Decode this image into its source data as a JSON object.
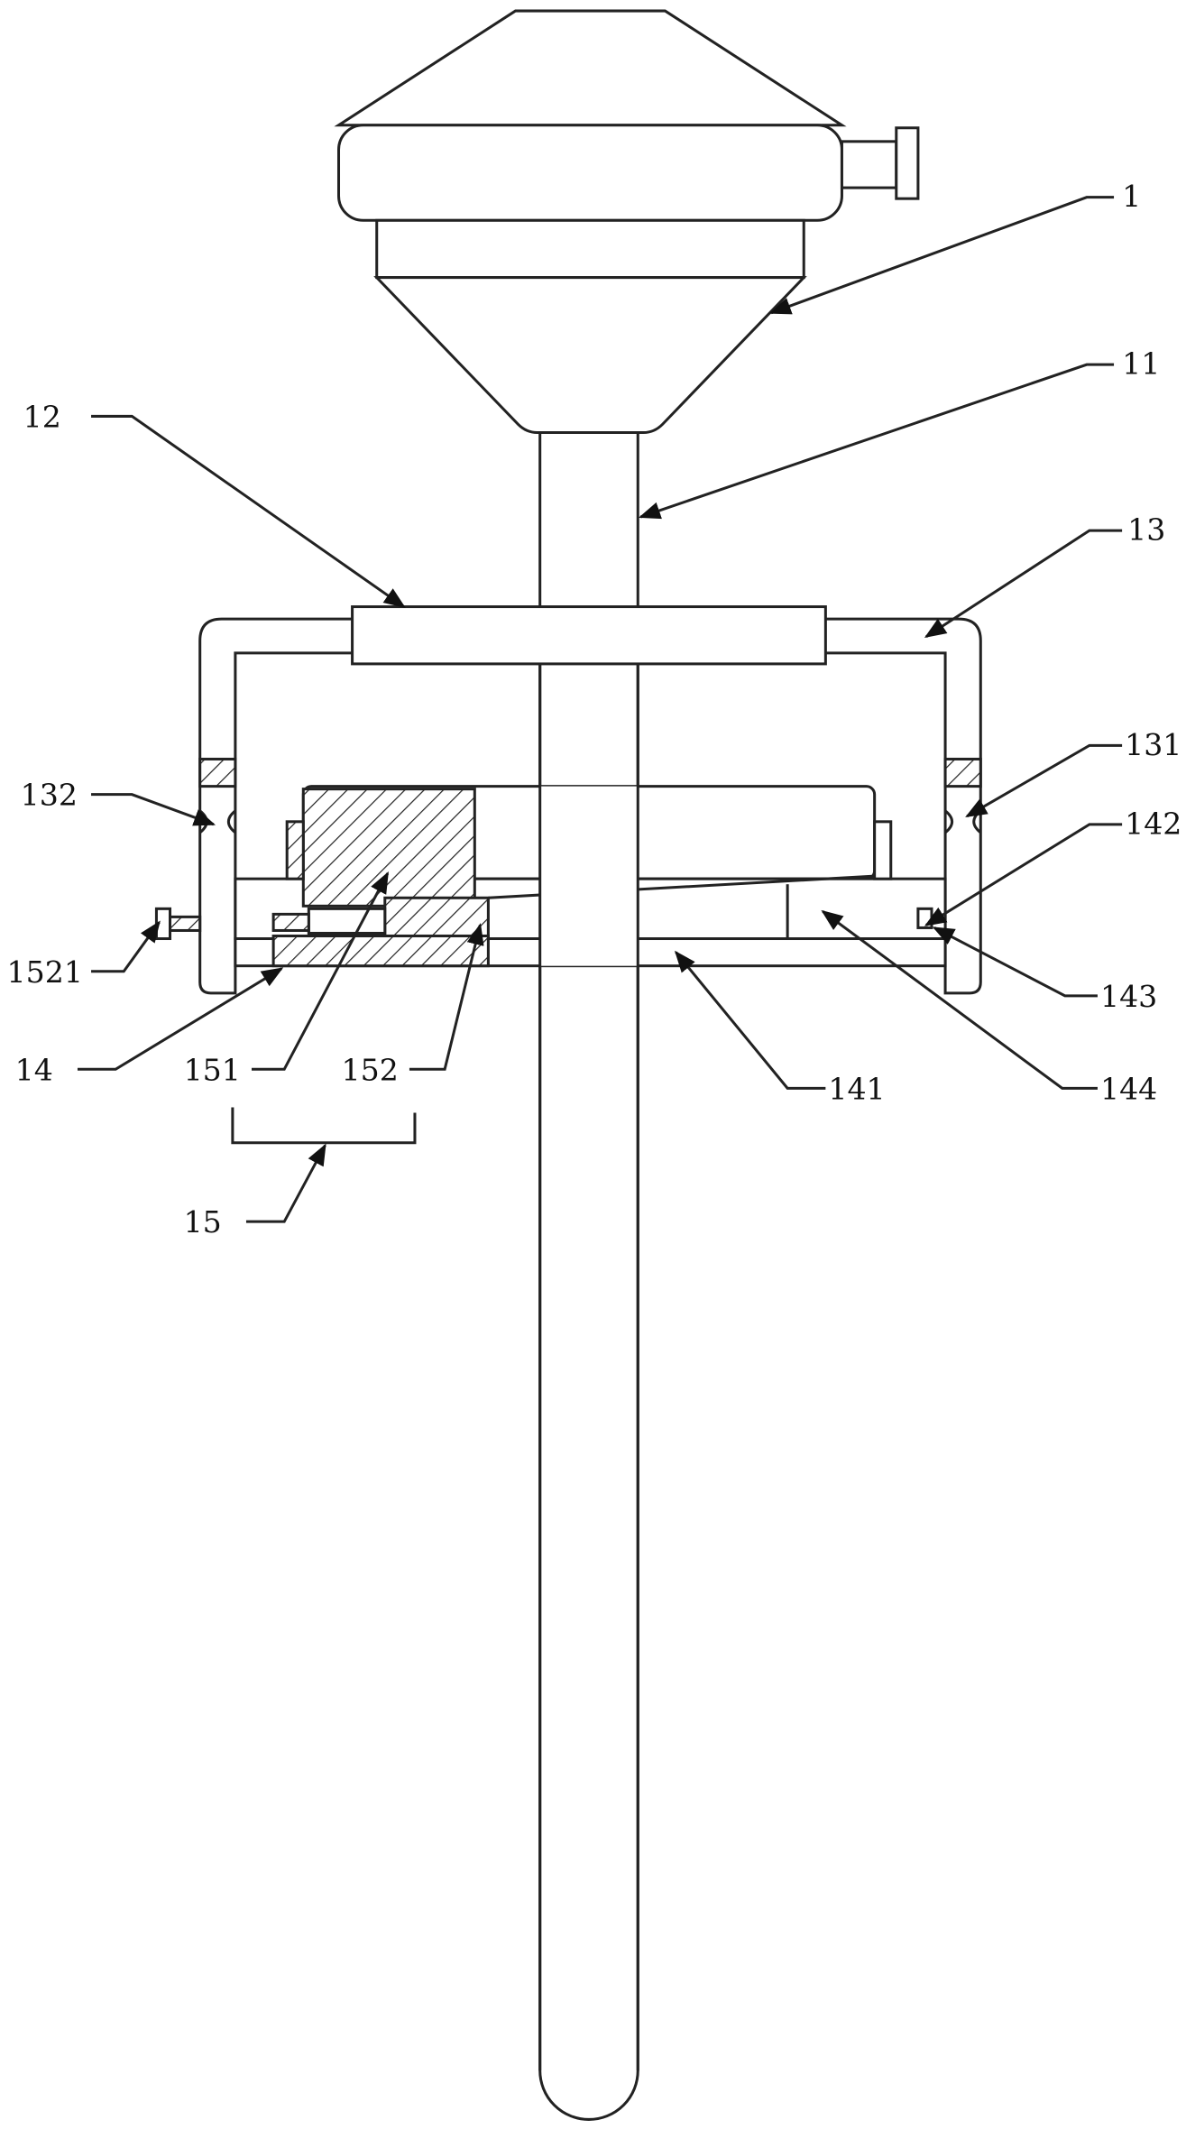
{
  "figure": {
    "type": "patent-drawing",
    "line_color": "#222222",
    "background": "#ffffff"
  },
  "labels": {
    "l1": "1",
    "l11": "11",
    "l12": "12",
    "l13": "13",
    "l131": "131",
    "l132": "132",
    "l142": "142",
    "l1521": "1521",
    "l143": "143",
    "l14": "14",
    "l151": "151",
    "l152": "152",
    "l141": "141",
    "l144": "144",
    "l15": "15"
  }
}
